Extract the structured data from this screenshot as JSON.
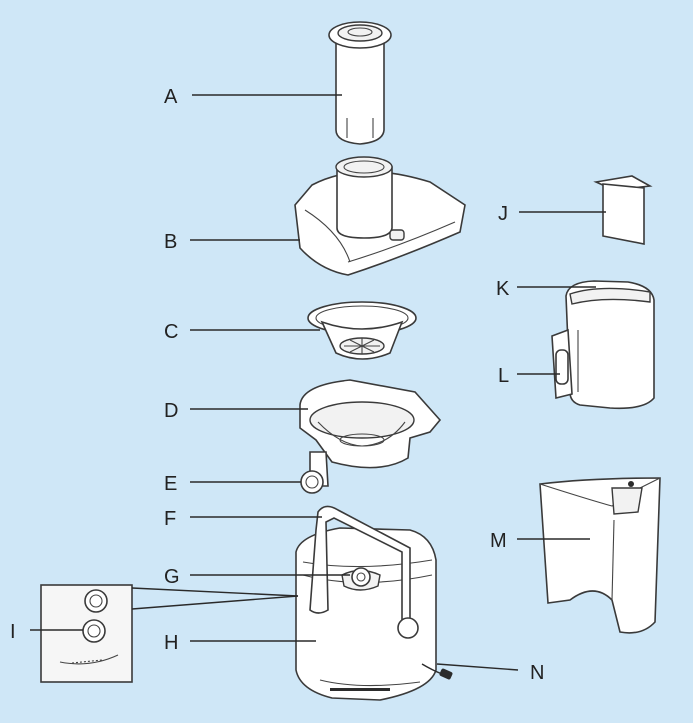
{
  "labels": {
    "a": "A",
    "b": "B",
    "c": "C",
    "d": "D",
    "e": "E",
    "f": "F",
    "g": "G",
    "h": "H",
    "i": "I",
    "j": "J",
    "k": "K",
    "l": "L",
    "m": "M",
    "n": "N"
  },
  "colors": {
    "background": "#cfe7f7",
    "outline": "#3a3a3a"
  }
}
